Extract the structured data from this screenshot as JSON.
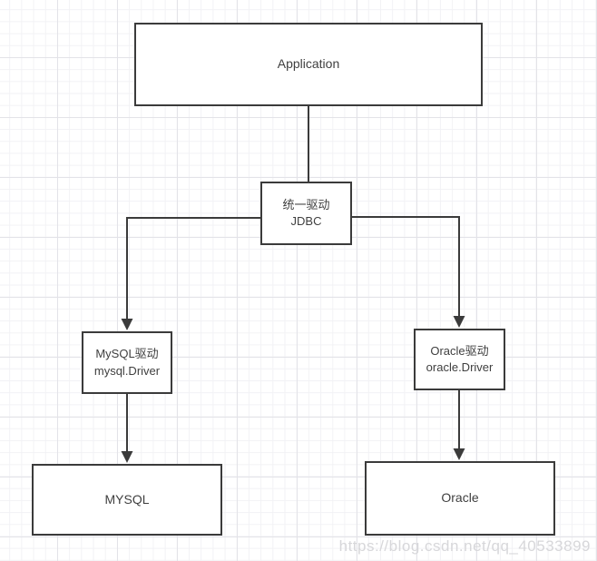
{
  "diagram": {
    "nodes": {
      "application": {
        "label": "Application"
      },
      "jdbc": {
        "line1": "统一驱动",
        "line2": "JDBC"
      },
      "mysql_driver": {
        "line1": "MySQL驱动",
        "line2": "mysql.Driver"
      },
      "oracle_driver": {
        "line1": "Oracle驱动",
        "line2": "oracle.Driver"
      },
      "mysql_db": {
        "label": "MYSQL"
      },
      "oracle_db": {
        "label": "Oracle"
      }
    },
    "watermark": "https://blog.csdn.net/qq_40533899",
    "colors": {
      "border": "#3b3b3b",
      "text": "#3f3f3f",
      "grid_minor": "#f2f2f5",
      "grid_major": "#e3e3e8",
      "watermark": "#d7d7da",
      "background": "#ffffff"
    }
  }
}
